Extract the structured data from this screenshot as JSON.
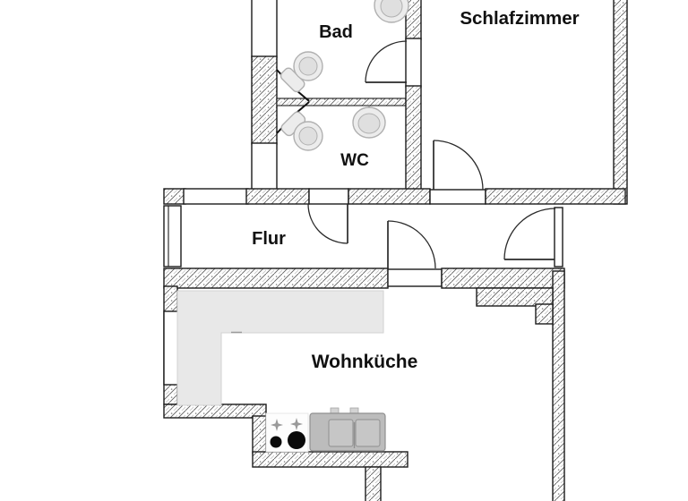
{
  "floor_plan": {
    "type": "apartment-floor-plan",
    "rooms": {
      "bad": {
        "label": "Bad"
      },
      "schlafzimmer": {
        "label": "Schlafzimmer"
      },
      "wc": {
        "label": "WC"
      },
      "flur": {
        "label": "Flur"
      },
      "wohnkueche": {
        "label": "Wohnküche"
      }
    },
    "colors": {
      "background": "#ffffff",
      "wall_outline": "#1b1b1b",
      "hatch_line": "#5f5f5f",
      "hatch_dot": "#8a8a8a",
      "door_line": "#2a2a2a",
      "counter_fill": "#e8e8e8",
      "counter_edge": "#d2d2d2",
      "sink_fill": "#bcbcbc",
      "sink_edge": "#8f8f8f",
      "fixture_fill": "#ececec",
      "fixture_inner": "#dfdfdf",
      "fixture_outline": "#b0b0b0",
      "burner_color": "#0a0a0a",
      "spark_color": "#9a9a9a",
      "label_color": "#111111"
    }
  }
}
